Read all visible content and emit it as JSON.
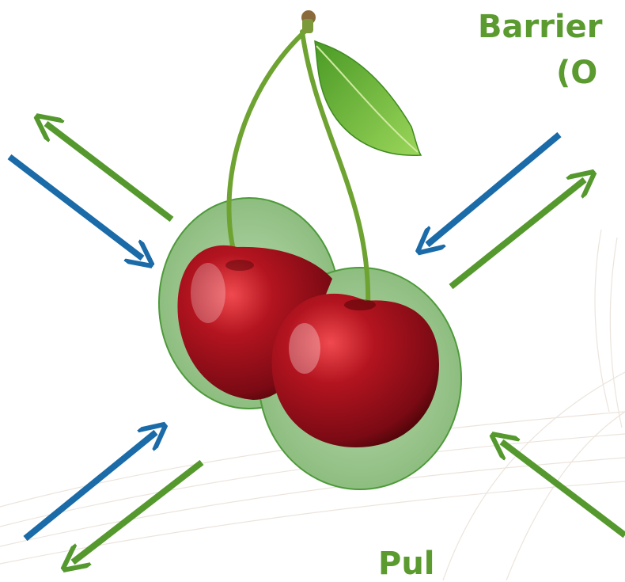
{
  "labels": {
    "top_line_1": "Barrier",
    "top_line_2": "(O",
    "bottom": "Pul"
  },
  "colors": {
    "label_green": "#5a9a2f",
    "arrow_green": "#55992e",
    "arrow_blue": "#1a6ba8",
    "halo_fill": "#8fbf7f",
    "halo_stroke": "#4e9a3b",
    "cherry_dark": "#7a0a14",
    "cherry_mid": "#b3141f",
    "stem": "#6ea332",
    "leaf": "#6bbb3a"
  },
  "icons": {
    "main_graphic": "cherries-icon",
    "stem": "stem-icon",
    "leaf": "leaf-icon"
  }
}
